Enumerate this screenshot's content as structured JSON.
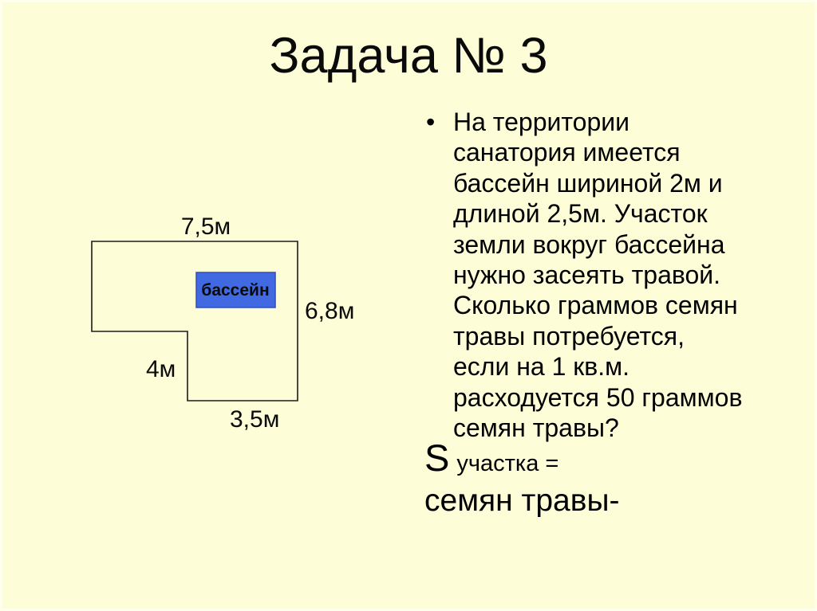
{
  "slide": {
    "title": "Задача № 3",
    "background_color": "#FDFDD8",
    "text_color": "#000000"
  },
  "problem": {
    "bullet": "•",
    "lines": [
      "На территории",
      "санатория имеется",
      "бассейн шириной 2м и",
      "длиной 2,5м. Участок",
      "земли вокруг бассейна",
      "нужно засеять травой.",
      "Сколько граммов семян",
      "травы потребуется,",
      "если на 1 кв.м.",
      "расходуется 50 граммов",
      "семян травы?"
    ]
  },
  "solution": {
    "area_symbol": "S",
    "area_label": "участка =",
    "seeds_label": "семян травы-"
  },
  "diagram": {
    "pool_label": "бассейн",
    "pool_fill_color": "#4169E1",
    "pool_border_color": "#2F4FC0",
    "outline_color": "#1c1c1c",
    "dimensions": {
      "top_width": "7,5м",
      "right_height": "6,8м",
      "notch_height": "4м",
      "bottom_width": "3,5м"
    }
  }
}
